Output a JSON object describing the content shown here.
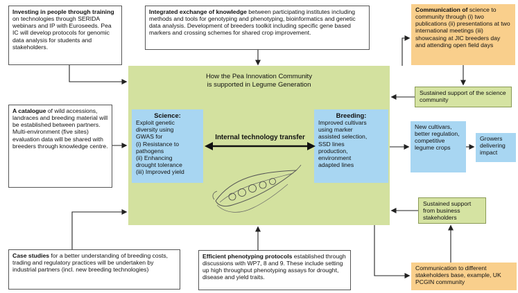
{
  "hub": {
    "title": "How the Pea Innovation Community\nis supported in Legume Generation",
    "transfer_label": "Internal technology transfer"
  },
  "science": {
    "heading": "Science:",
    "body": "Exploit genetic\ndiversity using\nGWAS for\n(i) Resistance to\npathogens\n(ii) Enhancing\ndrought tolerance\n(iii) Improved yield"
  },
  "breeding": {
    "heading": "Breeding:",
    "body": "Improved cultivars\nusing marker\nassisted selection,\nSSD lines\nproduction,\nenvironment\nadapted lines"
  },
  "investing": {
    "bold": "Investing in people through training",
    "rest": " on technologies through SERIDA webinars and IP with Euroseeds. Pea IC will develop protocols for genomic data analysis for students and stakeholders."
  },
  "exchange": {
    "bold": "Integrated exchange of knowledge",
    "rest": " between participating institutes including methods and tools for genotyping and phenotyping, bioinformatics and genetic data analysis. Development of breeders toolkit including specific gene based markers and crossing schemes for shared crop improvement."
  },
  "communication": {
    "bold": "Communication of",
    "rest": " science to community through (i) two publications (ii) presentations at two international meetings (iii) showcasing at JIC breeders day and attending open field days"
  },
  "catalogue": {
    "bold": "A catalogue",
    "rest": " of wild accessions, landraces and breeding material will be established between partners. Multi-environment (five sites) evaluation data will be shared with breeders through knowledge centre."
  },
  "sustained_science": {
    "text": "Sustained support of the science community"
  },
  "new_cultivars": {
    "text": "New cultivars, better regulation, competitive legume crops"
  },
  "growers": {
    "text": "Growers delivering impact"
  },
  "sustained_business": {
    "text": "Sustained support from business stakeholders"
  },
  "case_studies": {
    "bold": "Case studies",
    "rest": " for a better understanding of breeding costs, trading and regulatory practices will be undertaken by industrial partners (incl. new breeding technologies)"
  },
  "phenotyping": {
    "bold": "Efficient phenotyping protocols",
    "rest": " established through discussions with WP7, 8 and 9. These include setting up high throughput phenotyping assays for drought, disease and yield traits."
  },
  "communication_diff": {
    "text": "Communication to different stakeholders base, example, UK PCGIN community"
  },
  "colors": {
    "green": "#d3e19f",
    "blue": "#a8d6f2",
    "orange": "#f9cf8c",
    "arrow": "#222222"
  },
  "icons": {
    "center_image": "pea-pod-illustration-icon"
  }
}
